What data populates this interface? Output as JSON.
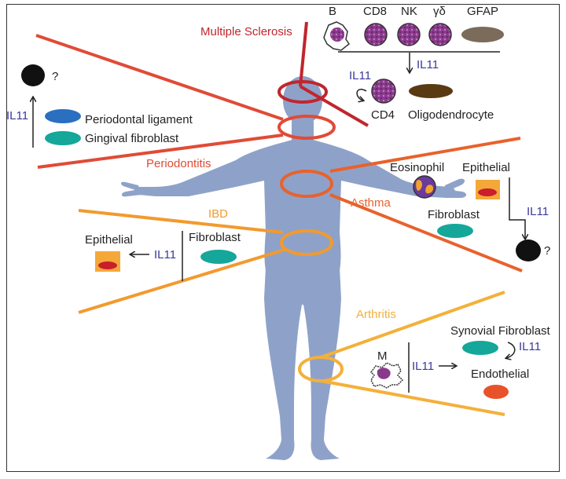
{
  "diseases": {
    "ms": "Multiple Sclerosis",
    "periodontitis": "Periodontitis",
    "asthma": "Asthma",
    "ibd": "IBD",
    "arthritis": "Arthritis"
  },
  "cytokine": "IL11",
  "unknown": "?",
  "ms_panel": {
    "cells": [
      "B",
      "CD8",
      "NK",
      "γδ",
      "GFAP"
    ],
    "cd4": "CD4",
    "oligodendrocyte": "Oligodendrocyte"
  },
  "periodontitis_panel": {
    "periodontal_ligament": "Periodontal ligament",
    "gingival_fibroblast": "Gingival fibroblast"
  },
  "asthma_panel": {
    "eosinophil": "Eosinophil",
    "epithelial": "Epithelial",
    "fibroblast": "Fibroblast"
  },
  "ibd_panel": {
    "epithelial": "Epithelial",
    "fibroblast": "Fibroblast"
  },
  "arthritis_panel": {
    "macrophage": "M",
    "synovial_fibroblast": "Synovial Fibroblast",
    "endothelial": "Endothelial"
  },
  "colors": {
    "body": "#8ea2c9",
    "ms": "#c0262d",
    "periodontitis": "#e04b36",
    "asthma": "#e8622c",
    "ibd": "#f29a2e",
    "arthritis": "#f4b03a",
    "il11": "#3a3a9c",
    "teal": "#14a79a",
    "blue": "#2a6fc0",
    "gray": "#7a6b5a",
    "brown": "#5a3a12",
    "purple": "#8a3a8c",
    "red_orange": "#e8522a"
  }
}
